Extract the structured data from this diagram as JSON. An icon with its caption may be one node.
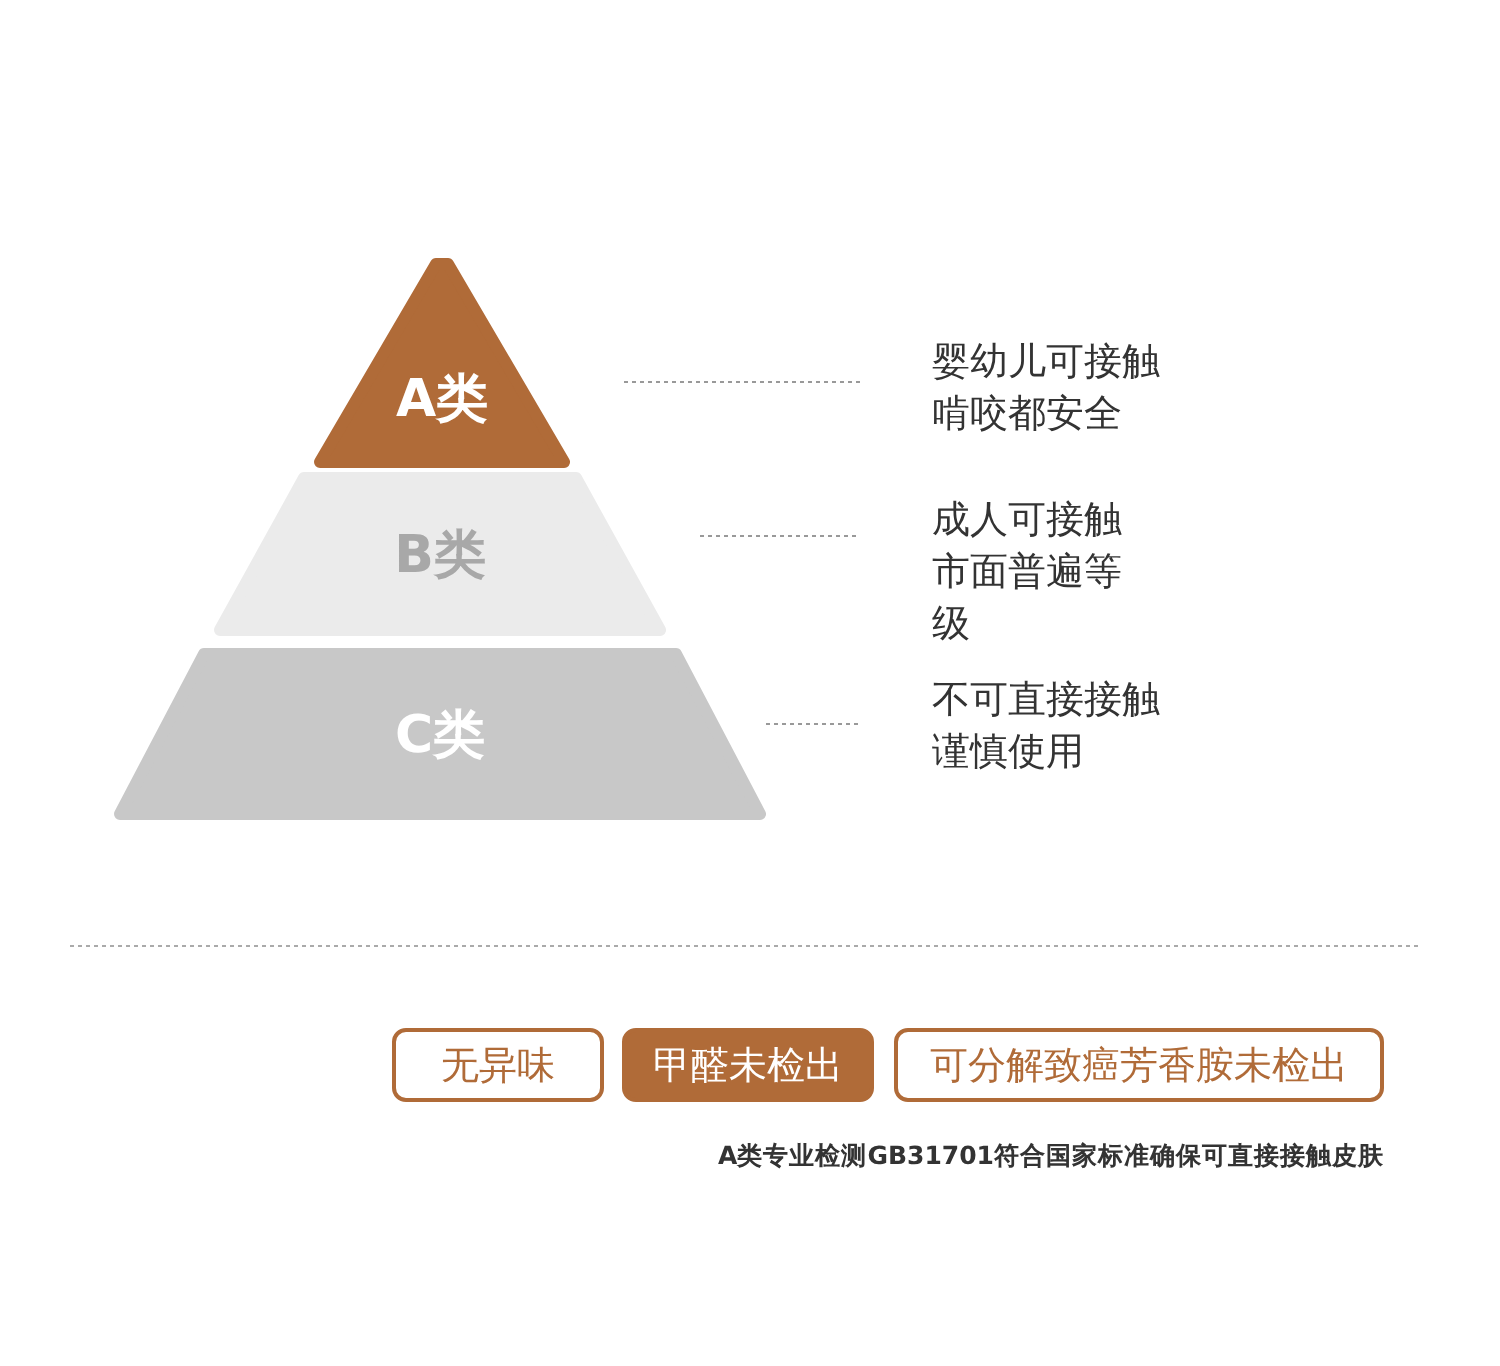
{
  "diagram": {
    "nodes": [
      {
        "text": [
          "A类"
        ]
      },
      {
        "text": [
          "B类"
        ]
      },
      {
        "text": [
          "C类"
        ]
      },
      {
        "text": [
          "婴幼儿可接触啃咬都安全"
        ]
      },
      {
        "text": [
          "成人可接触市面普遍等级"
        ]
      },
      {
        "text": [
          "不可直接接触谨慎使用"
        ]
      },
      {
        "text": [
          "无异味"
        ]
      },
      {
        "text": [
          "甲醛未检出"
        ]
      },
      {
        "text": [
          "可分解致癌芳香胺未检出"
        ]
      }
    ],
    "edges": [
      {
        "from": 0,
        "to": 3,
        "arrow": "none"
      },
      {
        "from": 1,
        "to": 4,
        "arrow": "none"
      },
      {
        "from": 2,
        "to": 5,
        "arrow": "none"
      }
    ],
    "labels": [
      "A类专业检测GB31701符合国家标准确保可直接接触皮肤"
    ]
  }
}
